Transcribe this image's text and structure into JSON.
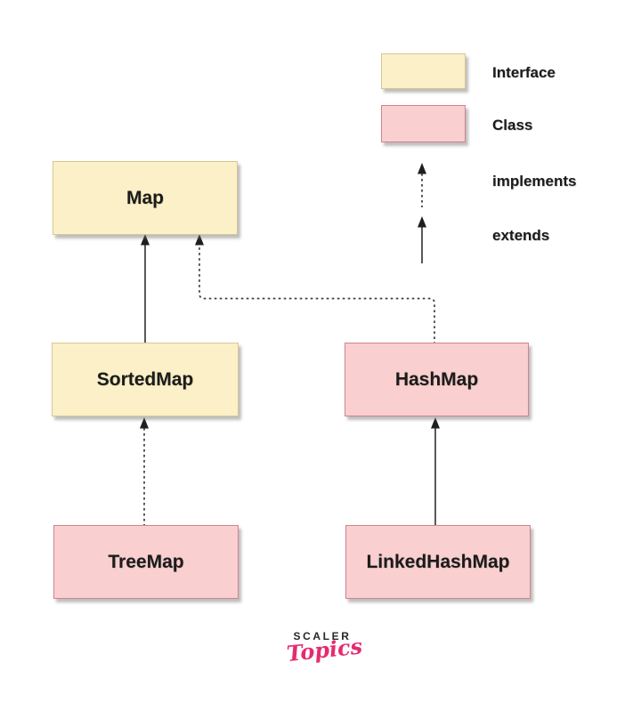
{
  "diagram": {
    "title_implicit": "Java Map hierarchy",
    "nodes": [
      {
        "id": "map",
        "label": "Map",
        "type": "interface"
      },
      {
        "id": "sortedmap",
        "label": "SortedMap",
        "type": "interface"
      },
      {
        "id": "treemap",
        "label": "TreeMap",
        "type": "class"
      },
      {
        "id": "hashmap",
        "label": "HashMap",
        "type": "class"
      },
      {
        "id": "linkedhashmap",
        "label": "LinkedHashMap",
        "type": "class"
      }
    ],
    "edges": [
      {
        "from": "SortedMap",
        "to": "Map",
        "relation": "extends",
        "style": "solid"
      },
      {
        "from": "TreeMap",
        "to": "SortedMap",
        "relation": "implements",
        "style": "dotted"
      },
      {
        "from": "HashMap",
        "to": "Map",
        "relation": "implements",
        "style": "dotted"
      },
      {
        "from": "LinkedHashMap",
        "to": "HashMap",
        "relation": "extends",
        "style": "solid"
      }
    ]
  },
  "legend": {
    "interface_label": "Interface",
    "class_label": "Class",
    "implements_label": "implements",
    "extends_label": "extends"
  },
  "logo": {
    "brand": "SCALER",
    "sub": "Topics"
  },
  "colors": {
    "interface_fill": "#fbf0c7",
    "interface_border": "#d8c792",
    "class_fill": "#f9cfcf",
    "class_border": "#d0838f",
    "line": "#3c3c3c",
    "logo_pink": "#e72a6f",
    "background": "#ffffff"
  }
}
